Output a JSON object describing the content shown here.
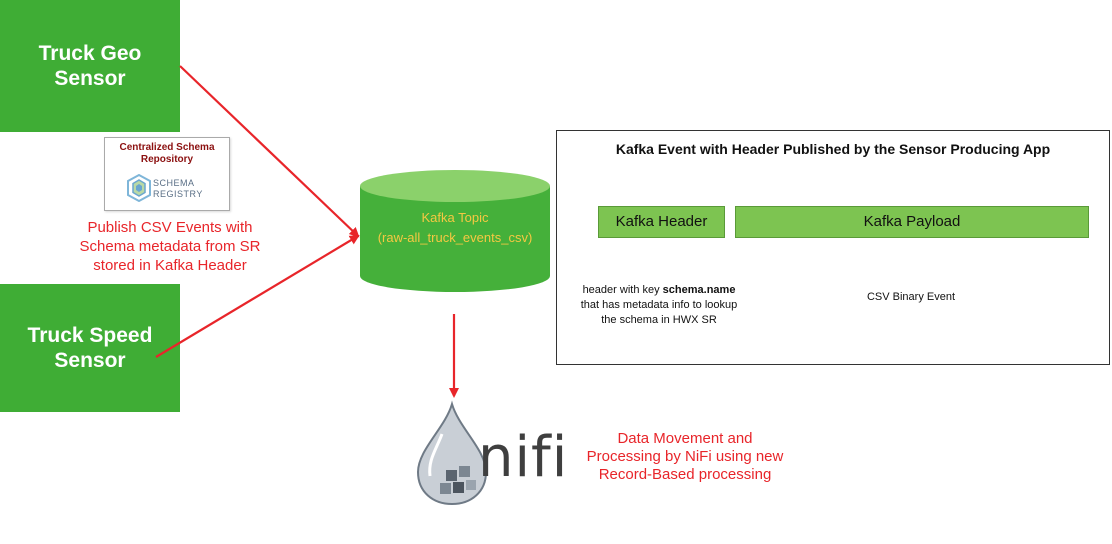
{
  "sensors": {
    "geo": "Truck Geo\nSensor",
    "speed": "Truck Speed\nSensor"
  },
  "schema_registry": {
    "title": "Centralized Schema\nRepository",
    "logo_text": "SCHEMA\nREGISTRY"
  },
  "publish_note": "Publish CSV Events with\nSchema metadata from SR\nstored in Kafka Header",
  "kafka_topic": {
    "label": "Kafka Topic\n(raw-all_truck_events_csv)"
  },
  "event_panel": {
    "title": "Kafka Event with Header Published by the Sensor Producing App",
    "header_label": "Kafka Header",
    "payload_label": "Kafka Payload",
    "header_desc_prefix": "header with key ",
    "header_desc_key": "schema.name",
    "header_desc_rest": "that has metadata info to lookup\nthe schema in HWX SR",
    "payload_desc": "CSV Binary Event"
  },
  "nifi": {
    "logo_text": "nifi",
    "note": "Data Movement and\nProcessing by NiFi using new\nRecord-Based processing"
  },
  "colors": {
    "sensor_green": "#3fad35",
    "arrow_red": "#e8252a",
    "topic_text": "#f5c842",
    "field_green": "#7dc451"
  }
}
